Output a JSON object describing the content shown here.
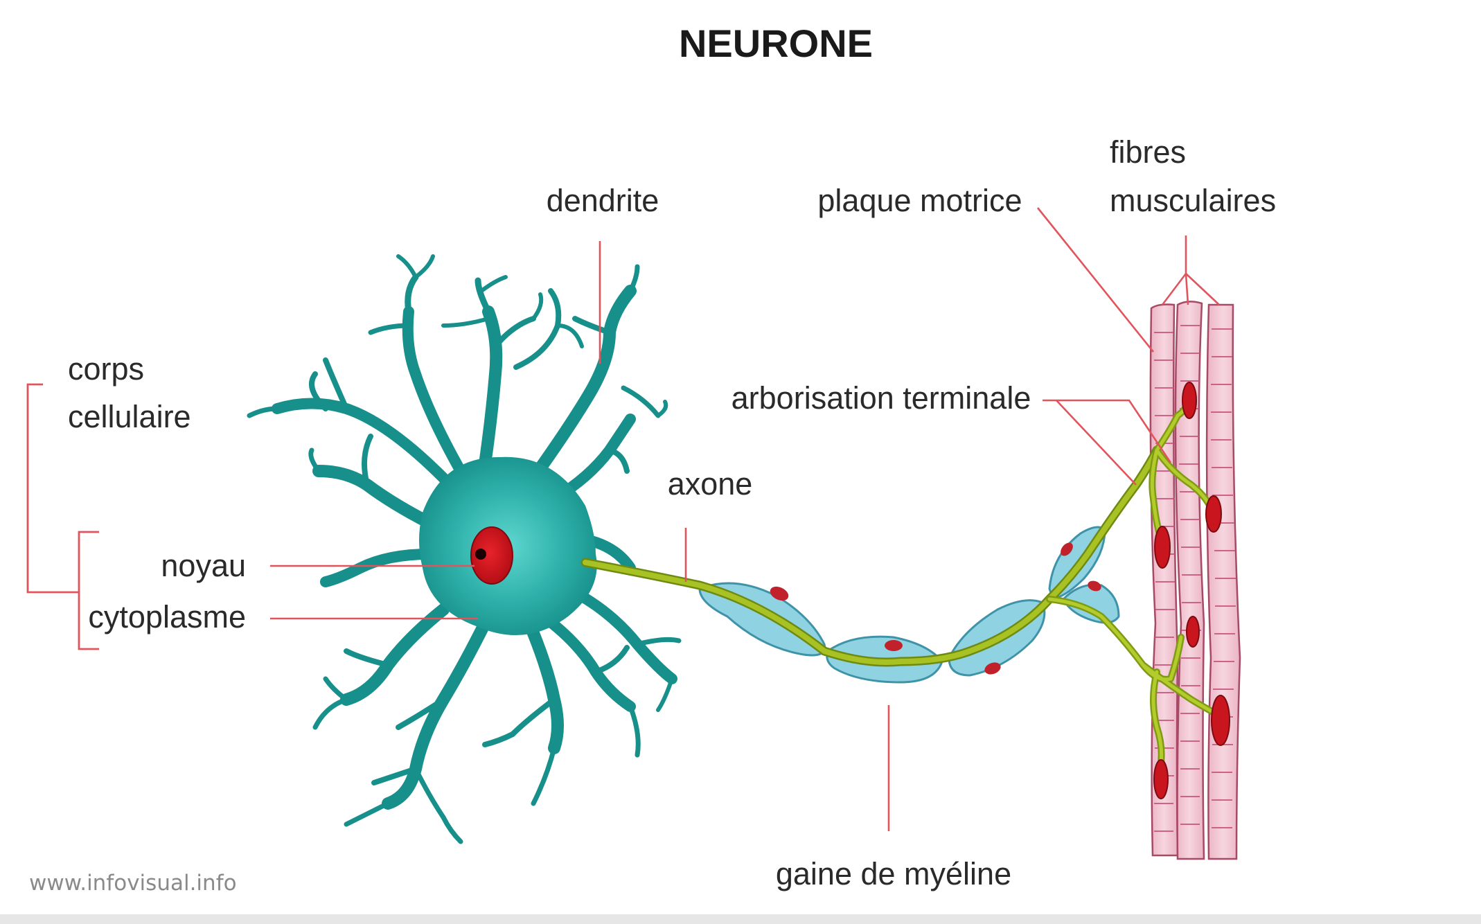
{
  "title": "NEURONE",
  "credit": "www.infovisual.info",
  "labels": {
    "corps_line1": "corps",
    "corps_line2": "cellulaire",
    "noyau": "noyau",
    "cytoplasme": "cytoplasme",
    "dendrite": "dendrite",
    "axone": "axone",
    "gaine": "gaine de myéline",
    "plaque": "plaque motrice",
    "arborisation": "arborisation terminale",
    "fibres_line1": "fibres",
    "fibres_line2": "musculaires"
  },
  "colors": {
    "neuron": "#178f8a",
    "neuron_center": "#3ec3bd",
    "nucleus": "#d8141c",
    "axon": "#9ab21c",
    "myelin": "#8fd3e3",
    "muscle": "#f2c6d1",
    "leader": "#e2545c"
  }
}
